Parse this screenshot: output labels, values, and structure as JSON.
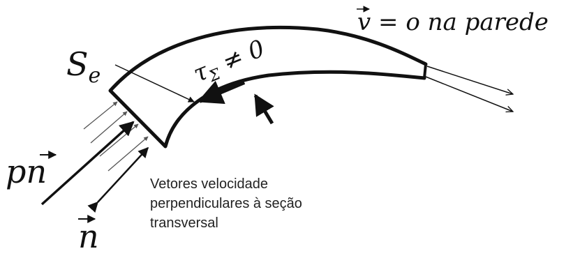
{
  "labels": {
    "wall_velocity": {
      "vec": "v",
      "rest": " = o na parede"
    },
    "surface": {
      "base": "S",
      "sub": "e"
    },
    "shear": {
      "base": "τ",
      "sub": "Σ",
      "rest": " ≠ 0"
    },
    "pressure": {
      "p": "p",
      "n": "n"
    },
    "normal": {
      "n": "n"
    },
    "note": [
      "Vetores velocidade",
      "perpendiculares  à seção",
      "transversal"
    ]
  },
  "colors": {
    "ink": "#111111",
    "text": "#222222",
    "background": "#ffffff"
  }
}
